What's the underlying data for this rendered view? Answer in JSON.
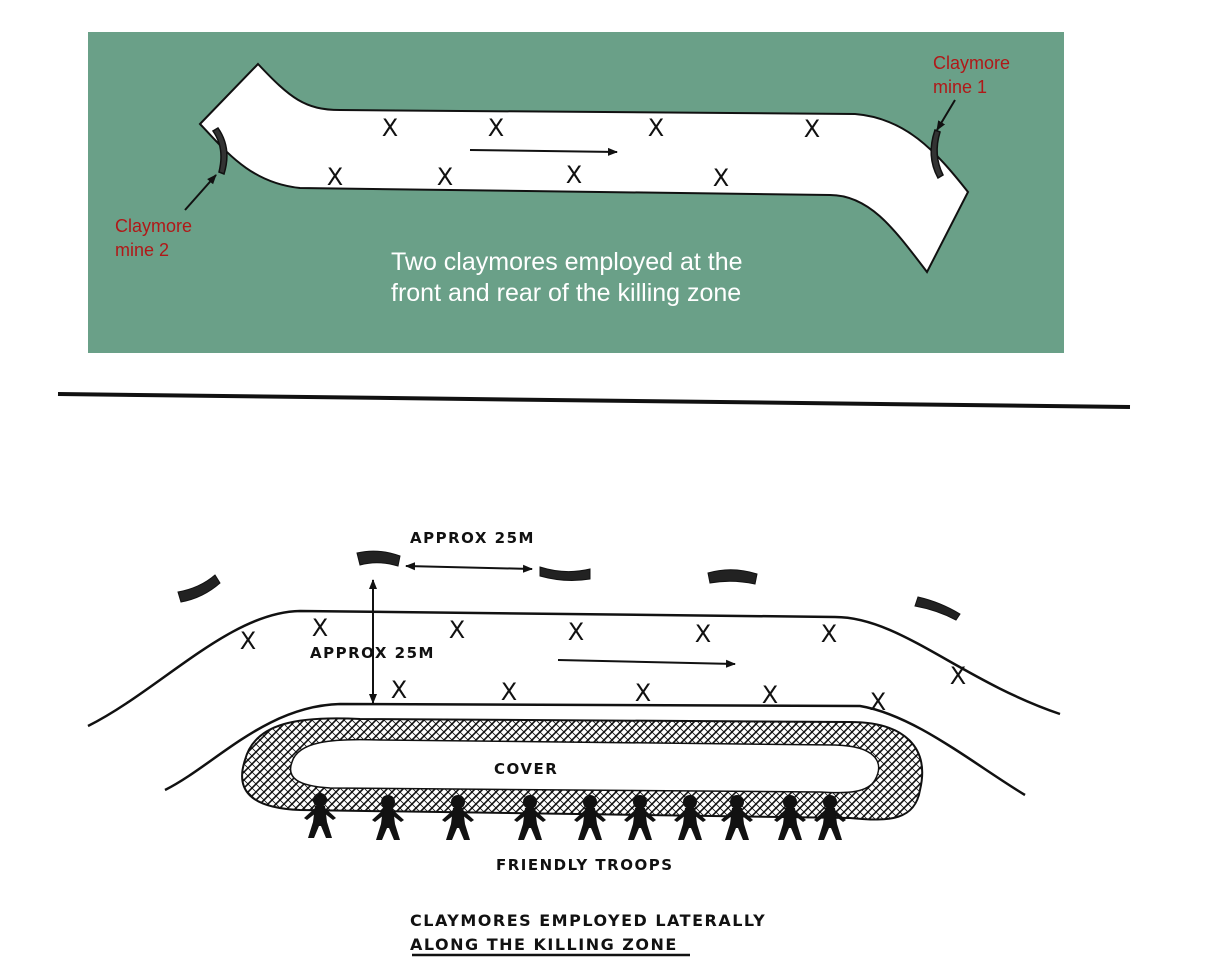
{
  "top_panel": {
    "background_color": "#6aa088",
    "label_color": "#b01818",
    "mine1_label_line1": "Claymore",
    "mine1_label_line2": "mine 1",
    "mine2_label_line1": "Claymore",
    "mine2_label_line2": "mine 2",
    "caption_line1": "Two claymores employed at the",
    "caption_line2": "front and rear of the killing zone",
    "x_mark": "X"
  },
  "bottom_panel": {
    "approx_top": "APPROX 25M",
    "approx_side": "APPROX 25M",
    "cover": "COVER",
    "friendly_troops": "FRIENDLY TROOPS",
    "caption_line1": "CLAYMORES EMPLOYED LATERALLY",
    "caption_line2": "ALONG THE KILLING ZONE",
    "x_mark": "X"
  }
}
